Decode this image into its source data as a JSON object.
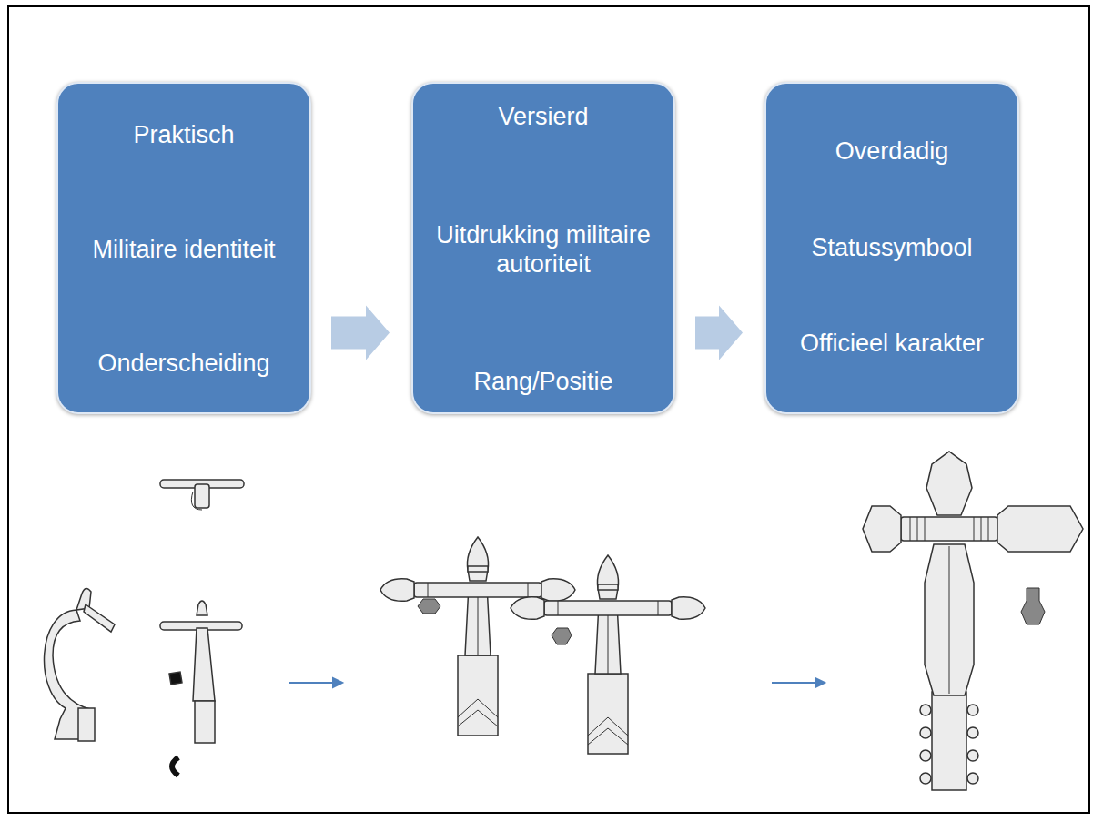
{
  "diagram": {
    "nodes": [
      {
        "text": [
          "Praktisch",
          "Militaire identiteit",
          "Onderscheiding"
        ]
      },
      {
        "text": [
          "Versierd",
          "Uitdrukking militaire autoriteit",
          "Rang/Positie"
        ]
      },
      {
        "text": [
          "Overdadig",
          "Statussymbool",
          "Officieel karakter"
        ]
      }
    ],
    "edges": [
      {
        "from": 0,
        "to": 1,
        "arrow": "to"
      },
      {
        "from": 1,
        "to": 2,
        "arrow": "to"
      }
    ]
  }
}
